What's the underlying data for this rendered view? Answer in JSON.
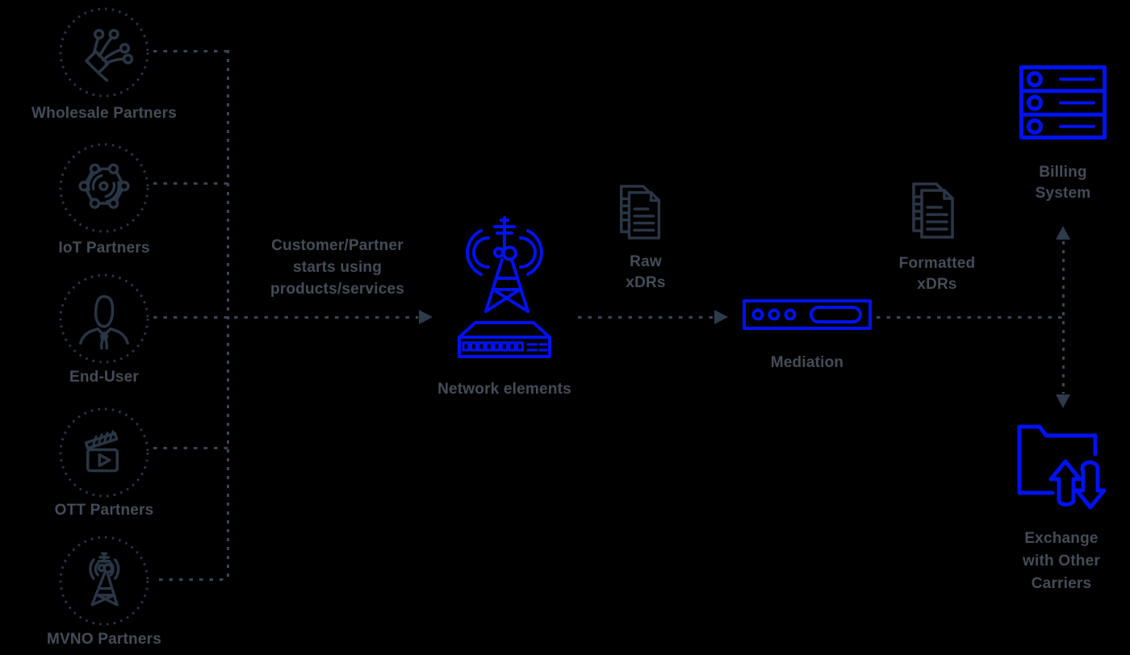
{
  "colors": {
    "background": "#000000",
    "blue": "#0012F2",
    "dark": "#2A3645",
    "label": "#454C58",
    "line": "#3A4654",
    "arrow": "#2E3B4B"
  },
  "partners": [
    {
      "label": "Wholesale Partners",
      "icon": "fiber-cables-icon"
    },
    {
      "label": "IoT Partners",
      "icon": "iot-network-icon"
    },
    {
      "label": "End-User",
      "icon": "person-icon"
    },
    {
      "label": "OTT Partners",
      "icon": "clapperboard-icon"
    },
    {
      "label": "MVNO Partners",
      "icon": "radio-tower-icon"
    }
  ],
  "flow": {
    "trigger_text": "Customer/Partner\nstarts using\nproducts/services",
    "network_elements_label": "Network elements",
    "raw_xdrs_label": "Raw\nxDRs",
    "mediation_label": "Mediation",
    "formatted_xdrs_label": "Formatted\nxDRs",
    "billing_system_label": "Billing\nSystem",
    "exchange_label": "Exchange\nwith Other\nCarriers"
  },
  "icons": {
    "network_elements": "cell-tower-switch-icon",
    "raw_xdrs": "stacked-documents-icon",
    "mediation": "mediation-device-icon",
    "formatted_xdrs": "stacked-documents-icon",
    "billing_system": "server-rack-icon",
    "exchange": "folder-sync-arrows-icon"
  }
}
